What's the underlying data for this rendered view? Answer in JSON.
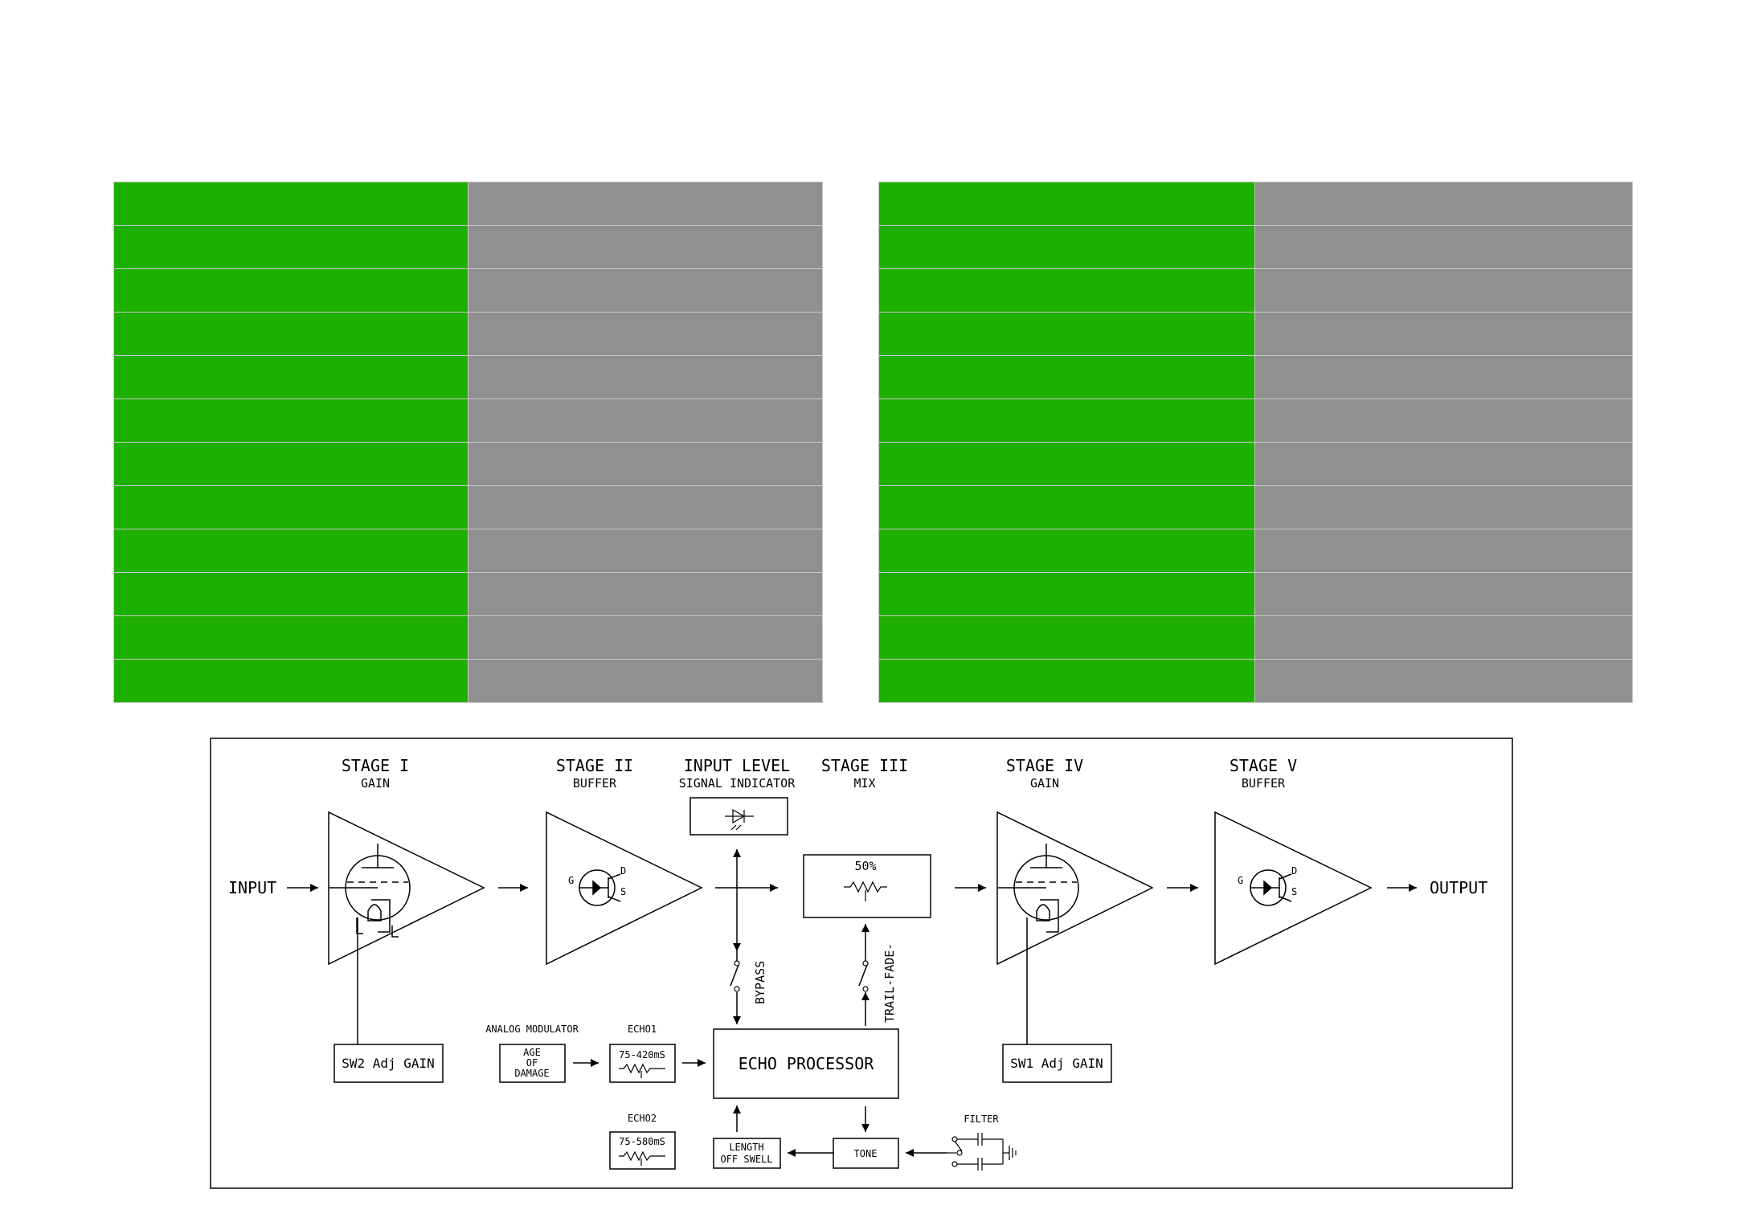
{
  "tables": {
    "left": {
      "rows": 12,
      "cells": [
        [
          "",
          "",
          "",
          "",
          "",
          "",
          "",
          "",
          "",
          "",
          "",
          ""
        ],
        [
          "",
          "",
          "",
          "",
          "",
          "",
          "",
          "",
          "",
          "",
          "",
          ""
        ]
      ],
      "colors": [
        "#1eb000",
        "#909090"
      ]
    },
    "right": {
      "rows": 12,
      "cells": [
        [
          "",
          "",
          "",
          "",
          "",
          "",
          "",
          "",
          "",
          "",
          "",
          ""
        ],
        [
          "",
          "",
          "",
          "",
          "",
          "",
          "",
          "",
          "",
          "",
          "",
          ""
        ]
      ],
      "colors": [
        "#1eb000",
        "#909090"
      ]
    }
  },
  "diagram": {
    "stages": [
      {
        "title": "STAGE I",
        "sub": "GAIN"
      },
      {
        "title": "STAGE II",
        "sub": "BUFFER"
      },
      {
        "title": "INPUT LEVEL",
        "sub": "SIGNAL INDICATOR"
      },
      {
        "title": "STAGE III",
        "sub": "MIX"
      },
      {
        "title": "STAGE IV",
        "sub": "GAIN"
      },
      {
        "title": "STAGE V",
        "sub": "BUFFER"
      }
    ],
    "input_label": "INPUT",
    "output_label": "OUTPUT",
    "mix_value": "50%",
    "bypass_label": "BYPASS",
    "trail_label": "TRAIL-FADE-",
    "sw2_label": "SW2 Adj GAIN",
    "sw1_label": "SW1 Adj GAIN",
    "analog_modulator": "ANALOG MODULATOR",
    "age_lines": [
      "AGE",
      "OF",
      "DAMAGE"
    ],
    "echo1_title": "ECHO1",
    "echo1_range": "75-420mS",
    "echo2_title": "ECHO2",
    "echo2_range": "75-580mS",
    "echo_processor": "ECHO PROCESSOR",
    "length_lines": [
      "LENGTH",
      "OFF SWELL"
    ],
    "tone_label": "TONE",
    "filter_label": "FILTER",
    "jfet_g": "G",
    "jfet_d": "D",
    "jfet_s": "S"
  }
}
